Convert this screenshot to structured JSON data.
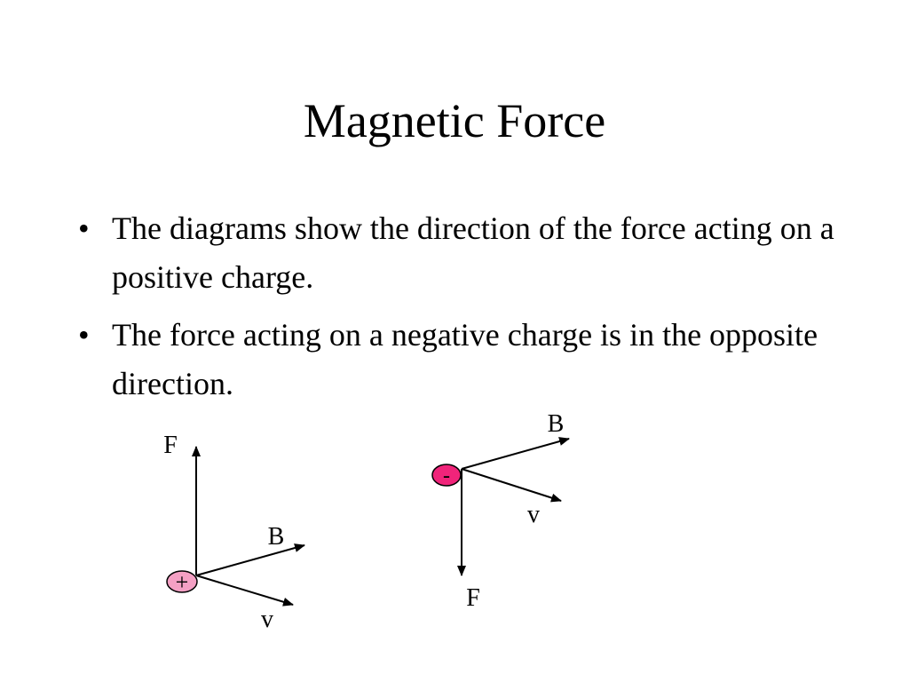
{
  "slide": {
    "title": "Magnetic Force",
    "bullets": [
      "The diagrams show the direction of the force acting on a positive charge.",
      "The force acting on a negative charge is in the opposite direction."
    ]
  },
  "diagram_positive": {
    "charge_sign": "+",
    "charge_color": "#f4a0c4",
    "labels": {
      "force": "F",
      "field": "B",
      "velocity": "v"
    }
  },
  "diagram_negative": {
    "charge_sign": "-",
    "charge_color": "#f0247a",
    "labels": {
      "force": "F",
      "field": "B",
      "velocity": "v"
    }
  }
}
